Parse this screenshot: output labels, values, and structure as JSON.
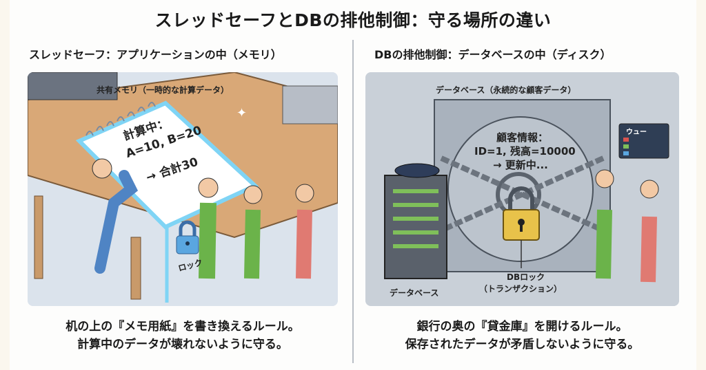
{
  "title": "スレッドセーフとDBの排他制御：守る場所の違い",
  "left": {
    "heading": "スレッドセーフ：アプリケーションの中（メモリ）",
    "area_label": "共有メモリ（一時的な計算データ）",
    "memo_lines": [
      "計算中：",
      "A=10, B=20",
      "→ 合計30"
    ],
    "lock_label": "ロック",
    "caption_lines": [
      "机の上の『メモ用紙』を書き換えるルール。",
      "計算中のデータが壊れないように守る。"
    ]
  },
  "right": {
    "heading": "DBの排他制御：データベースの中（ディスク）",
    "area_label": "データベース（永続的な顧客データ）",
    "vault_lines": [
      "顧客情報：",
      "ID=1, 残高=10000",
      "→ 更新中..."
    ],
    "screen_label": "ウュー",
    "server_label": "データベース",
    "lock_label_lines": [
      "DBロック",
      "（トランザクション）"
    ],
    "caption_lines": [
      "銀行の奥の『貸金庫』を開けるルール。",
      "保存されたデータが矛盾しないように守る。"
    ]
  },
  "colors": {
    "desk": "#d9a877",
    "glow": "#7fd4f5",
    "vault": "#a9b2bd",
    "padlock": "#e8c24a",
    "lock_blue": "#5aa6e0"
  }
}
